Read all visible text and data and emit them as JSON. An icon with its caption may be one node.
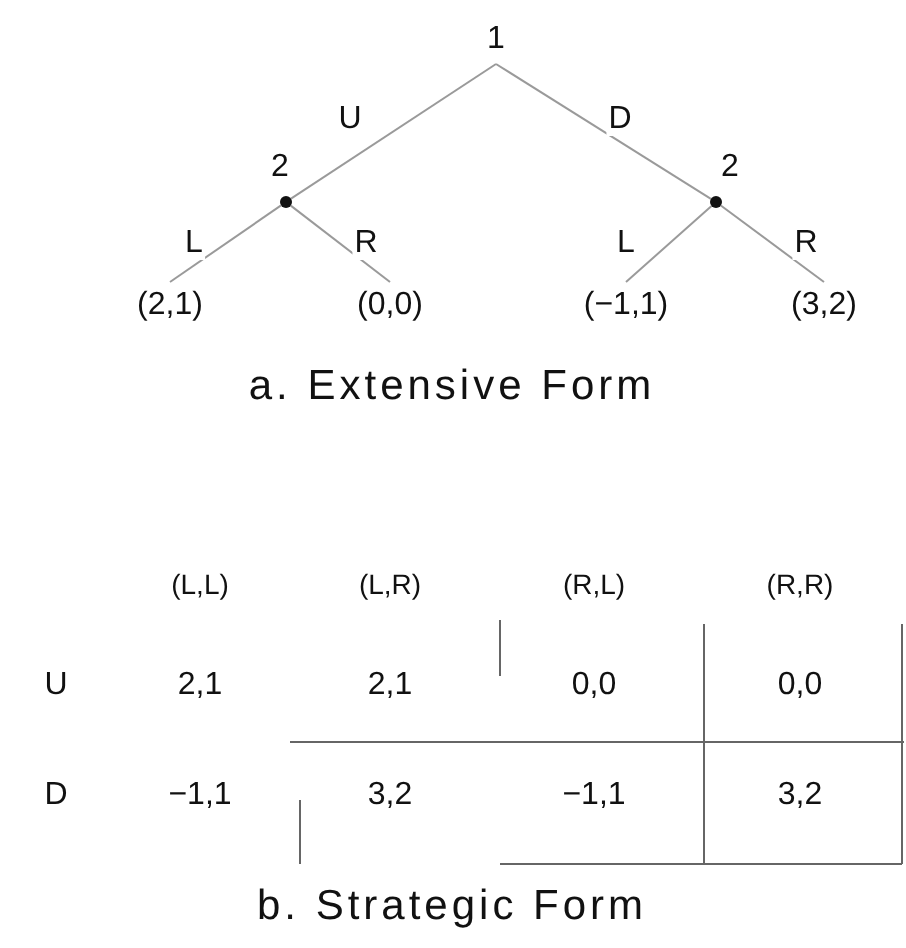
{
  "diagram": {
    "nodes": [
      {
        "text": [
          "1"
        ]
      },
      {
        "text": [],
        "shape": "circle",
        "beside": [
          "2"
        ]
      },
      {
        "text": [],
        "shape": "circle",
        "beside": [
          "2"
        ]
      },
      {
        "text": [
          "(2,1)"
        ]
      },
      {
        "text": [
          "(0,0)"
        ]
      },
      {
        "text": [
          "(−1,1)"
        ]
      },
      {
        "text": [
          "(3,2)"
        ]
      }
    ],
    "edges": [
      {
        "from": 0,
        "to": 1,
        "arrow": "none",
        "label": "U"
      },
      {
        "from": 0,
        "to": 2,
        "arrow": "none",
        "label": "D"
      },
      {
        "from": 1,
        "to": 3,
        "arrow": "none",
        "label": "L"
      },
      {
        "from": 1,
        "to": 4,
        "arrow": "none",
        "label": "R"
      },
      {
        "from": 2,
        "to": 5,
        "arrow": "none",
        "label": "L"
      },
      {
        "from": 2,
        "to": 6,
        "arrow": "none",
        "label": "R"
      }
    ],
    "labels": [
      "a. Extensive Form",
      "(L,L)",
      "(L,R)",
      "(R,L)",
      "(R,R)",
      "U",
      "2,1",
      "2,1",
      "0,0",
      "0,0",
      "D",
      "−1,1",
      "3,2",
      "−1,1",
      "3,2",
      "b. Strategic Form"
    ]
  }
}
